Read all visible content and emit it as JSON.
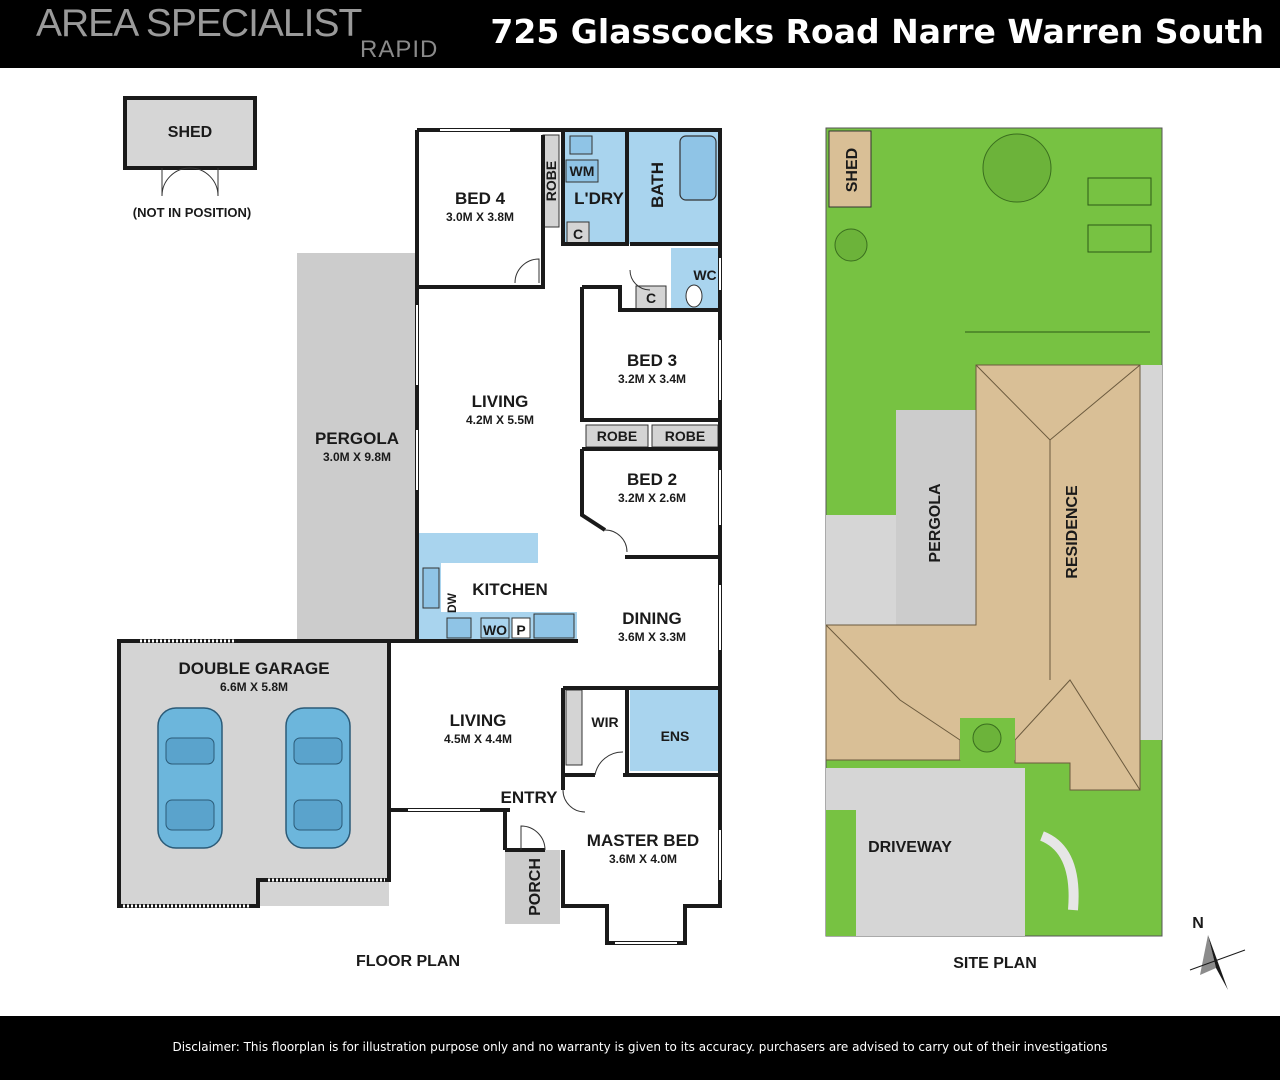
{
  "header": {
    "brand": "AREA SPECIALIST",
    "brand_sub": "RAPID",
    "address": "725 Glasscocks Road Narre Warren South"
  },
  "floor_plan": {
    "caption": "FLOOR PLAN",
    "shed": {
      "label": "SHED",
      "note": "(NOT IN POSITION)"
    },
    "bed4": {
      "label": "BED 4",
      "dims": "3.0M X 3.8M"
    },
    "robe_bed4": "ROBE",
    "laundry": "L'DRY",
    "wm": "WM",
    "cupboard_a": "C",
    "cupboard_b": "C",
    "bath": "BATH",
    "wc": "WC",
    "living1": {
      "label": "LIVING",
      "dims": "4.2M X 5.5M"
    },
    "bed3": {
      "label": "BED 3",
      "dims": "3.2M X 3.4M"
    },
    "robe_a": "ROBE",
    "robe_b": "ROBE",
    "bed2": {
      "label": "BED 2",
      "dims": "3.2M X 2.6M"
    },
    "pergola": {
      "label": "PERGOLA",
      "dims": "3.0M X 9.8M"
    },
    "kitchen": "KITCHEN",
    "dw": "DW",
    "wo": "WO",
    "p": "P",
    "dining": {
      "label": "DINING",
      "dims": "3.6M X 3.3M"
    },
    "garage": {
      "label": "DOUBLE GARAGE",
      "dims": "6.6M X 5.8M"
    },
    "living2": {
      "label": "LIVING",
      "dims": "4.5M X 4.4M"
    },
    "wir": "WIR",
    "ens": "ENS",
    "entry": "ENTRY",
    "porch": "PORCH",
    "master": {
      "label": "MASTER BED",
      "dims": "3.6M X 4.0M"
    }
  },
  "site_plan": {
    "caption": "SITE PLAN",
    "shed": "SHED",
    "pergola": "PERGOLA",
    "residence": "RESIDENCE",
    "driveway": "DRIVEWAY",
    "north": "N"
  },
  "colors": {
    "wall": "#1a1a1a",
    "wet_area": "#a9d4ee",
    "robe_gray": "#d4d4d4",
    "pergola_gray": "#cccccc",
    "lawn": "#77c242",
    "roof": "#d9bf96",
    "car": "#6cb6dc"
  },
  "footer": {
    "disclaimer": "Disclaimer: This floorplan is for illustration purpose only and no warranty is given to its accuracy. purchasers are advised to carry out of their investigations"
  }
}
